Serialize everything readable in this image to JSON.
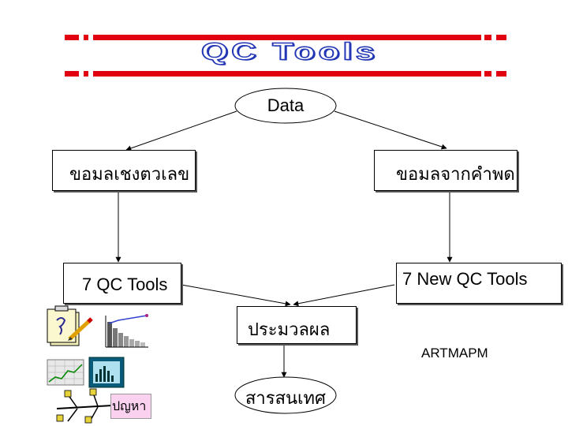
{
  "banner": {
    "title": "QC Tools",
    "colors": {
      "bar": "#e00010",
      "title_outline": "#2236b5",
      "title_fill": "#ffffff"
    }
  },
  "nodes": {
    "data": "Data",
    "numeric": "ขอมลเชงตวเลข",
    "verbal": "ขอมลจากคำพด",
    "qc7": "7 QC Tools",
    "new_qc7": "7 New QC Tools",
    "process": "ประมวลผล",
    "info": "สารสนเทศ"
  },
  "labels": {
    "artmapm": "ARTMAPM",
    "problem": "ปญหา"
  },
  "icons": [
    "checksheet-pencil-icon",
    "pareto-chart-icon",
    "scatter-chart-icon",
    "histogram-icon",
    "fishbone-diagram-icon"
  ]
}
